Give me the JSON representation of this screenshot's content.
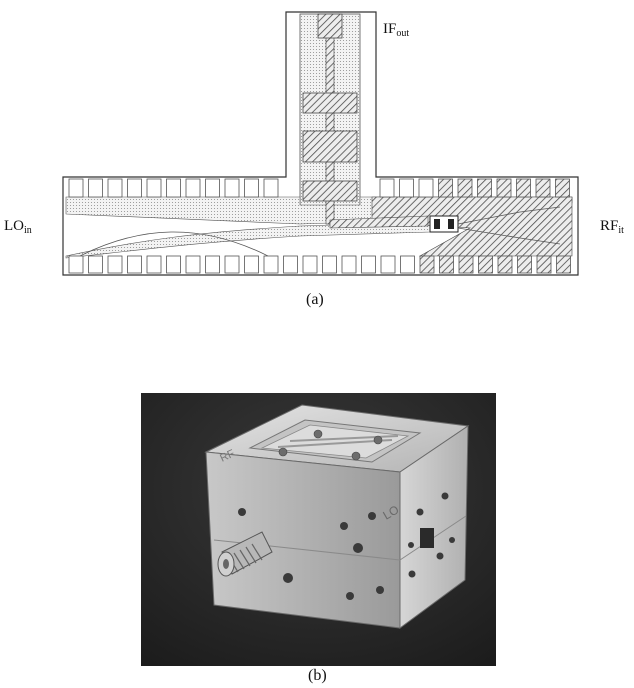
{
  "figure_a": {
    "if_label": {
      "main": "IF",
      "sub": "out"
    },
    "lo_label": {
      "main": "LO",
      "sub": "in"
    },
    "rf_label": {
      "main": "RF",
      "sub": "it"
    },
    "caption": "(a)"
  },
  "figure_b": {
    "engravings": [
      "RF",
      "LO"
    ],
    "caption": "(b)"
  },
  "colors": {
    "line": "#333333",
    "dot_fill": "#e6e6e6",
    "hatch": "#555555",
    "photo_bg": "#2b2b2b",
    "metal_light": "#d2d2d2",
    "metal_mid": "#a8a8a8",
    "metal_dark": "#7c7c7c"
  }
}
